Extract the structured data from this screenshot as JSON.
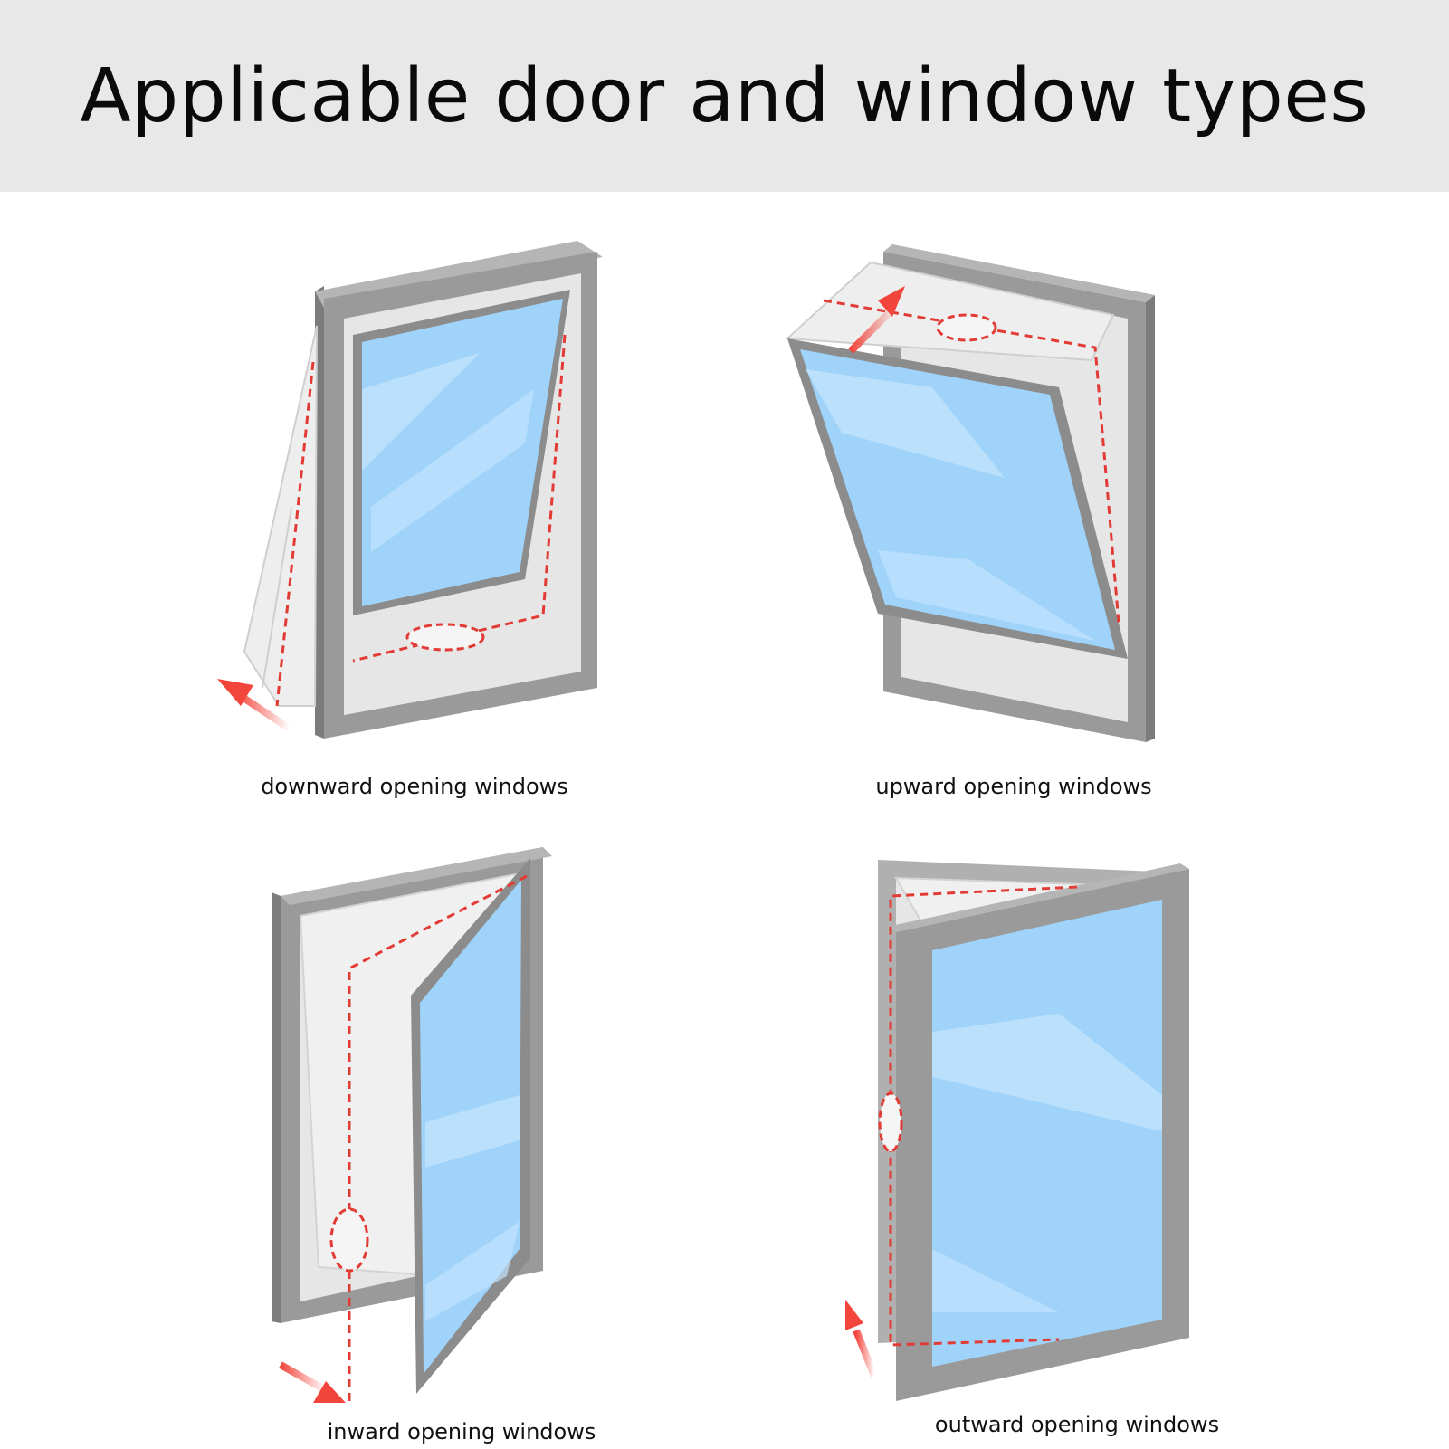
{
  "title": "Applicable door and window types",
  "panels": [
    {
      "id": "downward",
      "caption": "downward opening windows"
    },
    {
      "id": "upward",
      "caption": "upward opening windows"
    },
    {
      "id": "inward",
      "caption": "inward opening windows"
    },
    {
      "id": "outward",
      "caption": "outward opening windows"
    }
  ],
  "colors": {
    "header_bg": "#e8e8e8",
    "frame": "#9a9a9a",
    "frame_dark": "#7c7c7c",
    "glass": "#9fd3fa",
    "seal_line": "#e23b35",
    "arrow": "#f2453b"
  }
}
